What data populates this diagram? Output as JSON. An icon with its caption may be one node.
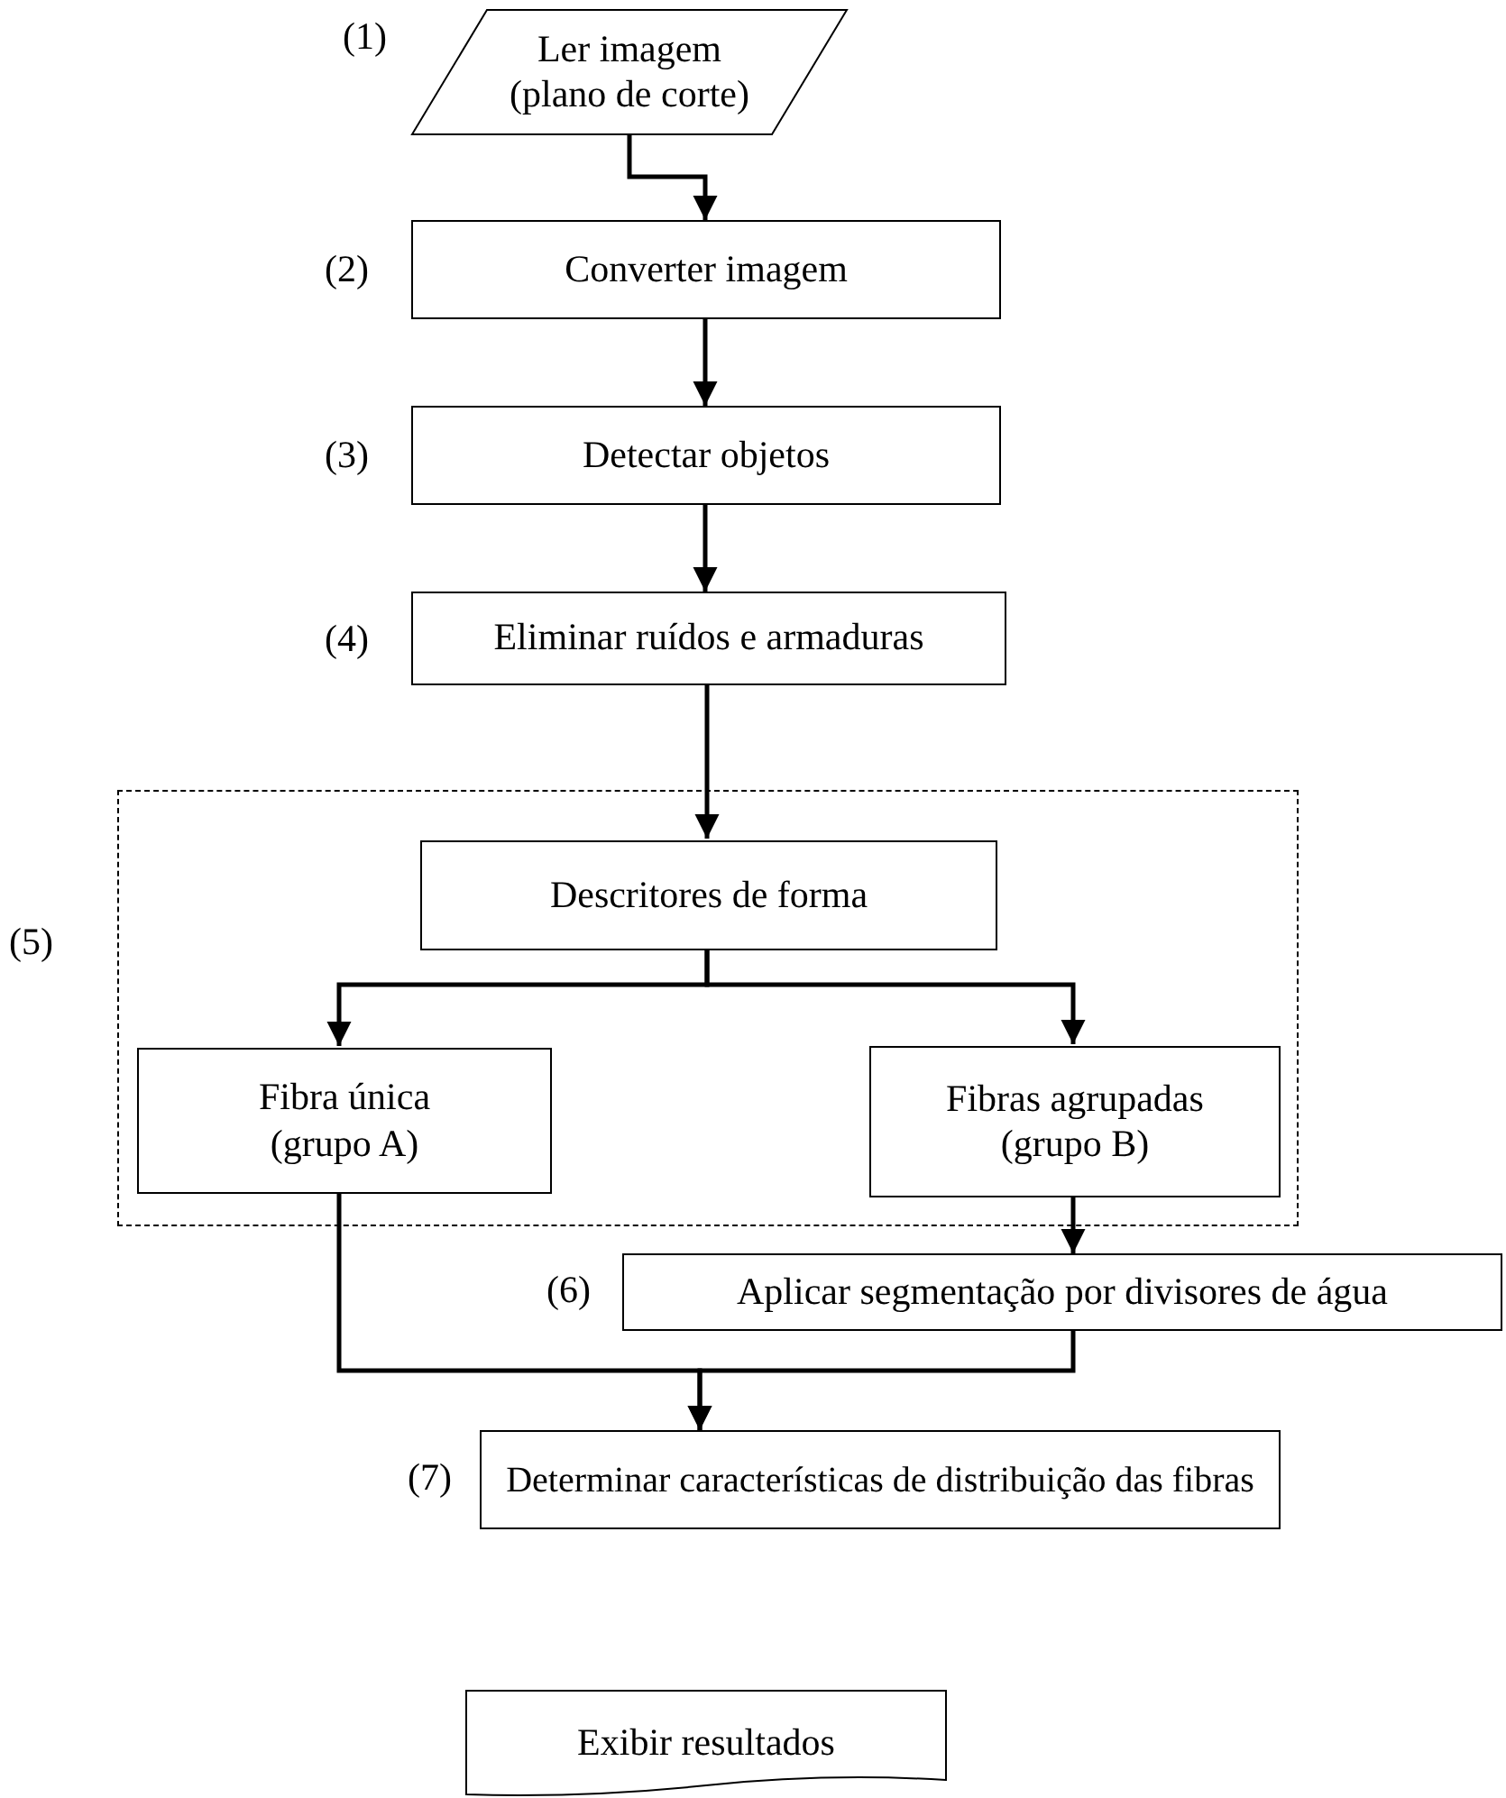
{
  "diagram": {
    "nodes": [
      {
        "text": [
          "Ler imagem (plano de corte)"
        ],
        "beside": [
          "(1)"
        ]
      },
      {
        "text": [
          "Converter imagem"
        ],
        "beside": [
          "(2)"
        ]
      },
      {
        "text": [
          "Detectar objetos"
        ],
        "beside": [
          "(3)"
        ]
      },
      {
        "text": [
          "Eliminar ruídos e armaduras"
        ],
        "beside": [
          "(4)"
        ]
      },
      {
        "text": [],
        "shape": "box",
        "beside": [
          "(5)"
        ]
      },
      {
        "text": [
          "Descritores de forma"
        ],
        "in": 4
      },
      {
        "text": [
          "Fibra única (grupo A)"
        ],
        "in": 4
      },
      {
        "text": [
          "Fibras agrupadas (grupo B)"
        ],
        "in": 4
      },
      {
        "text": [
          "Aplicar segmentação por divisores de água"
        ],
        "beside": [
          "(6)"
        ]
      },
      {
        "text": [
          "Determinar características de distribuição das fibras"
        ],
        "beside": [
          "(7)"
        ]
      },
      {
        "text": [
          "Exibir resultados"
        ]
      }
    ],
    "edges": [
      {
        "from": 0,
        "to": 1,
        "arrow": "to"
      },
      {
        "from": 1,
        "to": 2,
        "arrow": "to"
      },
      {
        "from": 2,
        "to": 3,
        "arrow": "to"
      },
      {
        "from": 3,
        "to": 5,
        "arrow": "to"
      },
      {
        "from": 5,
        "to": 6,
        "arrow": "to"
      },
      {
        "from": 5,
        "to": 7,
        "arrow": "to"
      },
      {
        "from": 7,
        "to": 8,
        "arrow": "to"
      },
      {
        "from": 6,
        "to": 9,
        "arrow": "to"
      },
      {
        "from": 8,
        "to": 9,
        "arrow": "to"
      }
    ]
  }
}
